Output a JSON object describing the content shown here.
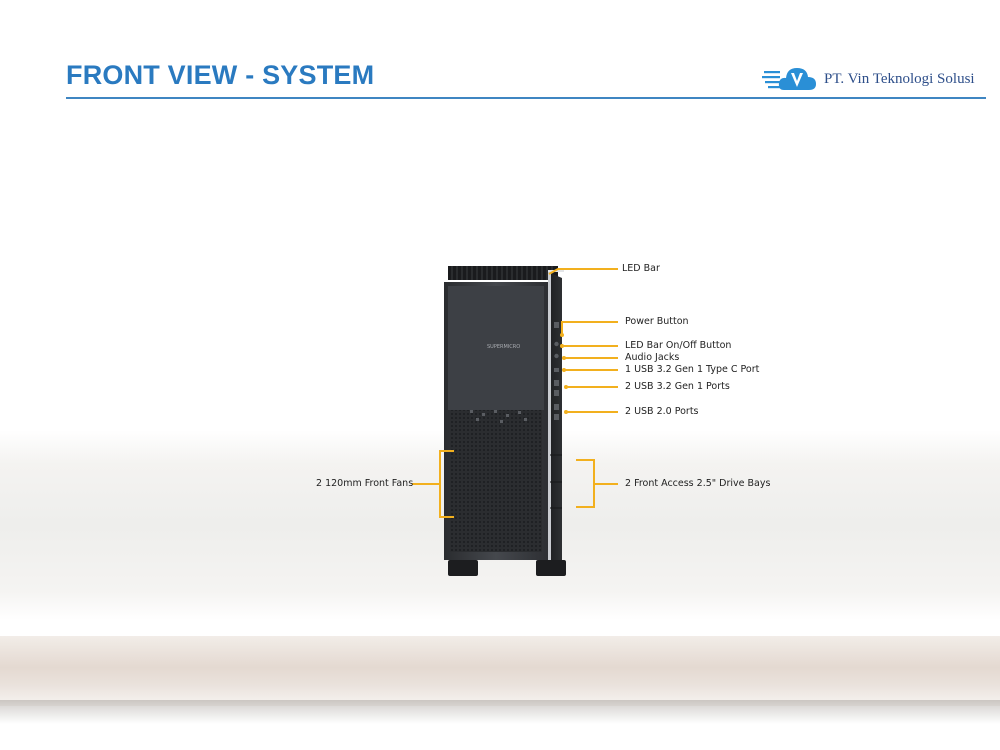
{
  "header": {
    "title": "FRONT VIEW - SYSTEM",
    "logo_text": "PT. Vin Teknologi Solusi"
  },
  "product": {
    "brand_text": "SUPERMICRO"
  },
  "callouts": {
    "led_bar": "LED Bar",
    "power_button": "Power Button",
    "led_bar_button": "LED Bar On/Off  Button",
    "audio_jacks": "Audio Jacks",
    "usb_type_c": "1 USB 3.2 Gen 1 Type  C Port",
    "usb_32_ports": "2 USB 3.2 Gen 1 Ports",
    "usb_20_ports": "2 USB 2.0 Ports",
    "front_fans": "2 120mm Front Fans",
    "drive_bays": "2 Front Access 2.5\" Drive Bays"
  },
  "colors": {
    "title": "#2a7ac0",
    "rule": "#3f86c2",
    "leader": "#f2b01e",
    "chassis": "#3b3e42"
  }
}
